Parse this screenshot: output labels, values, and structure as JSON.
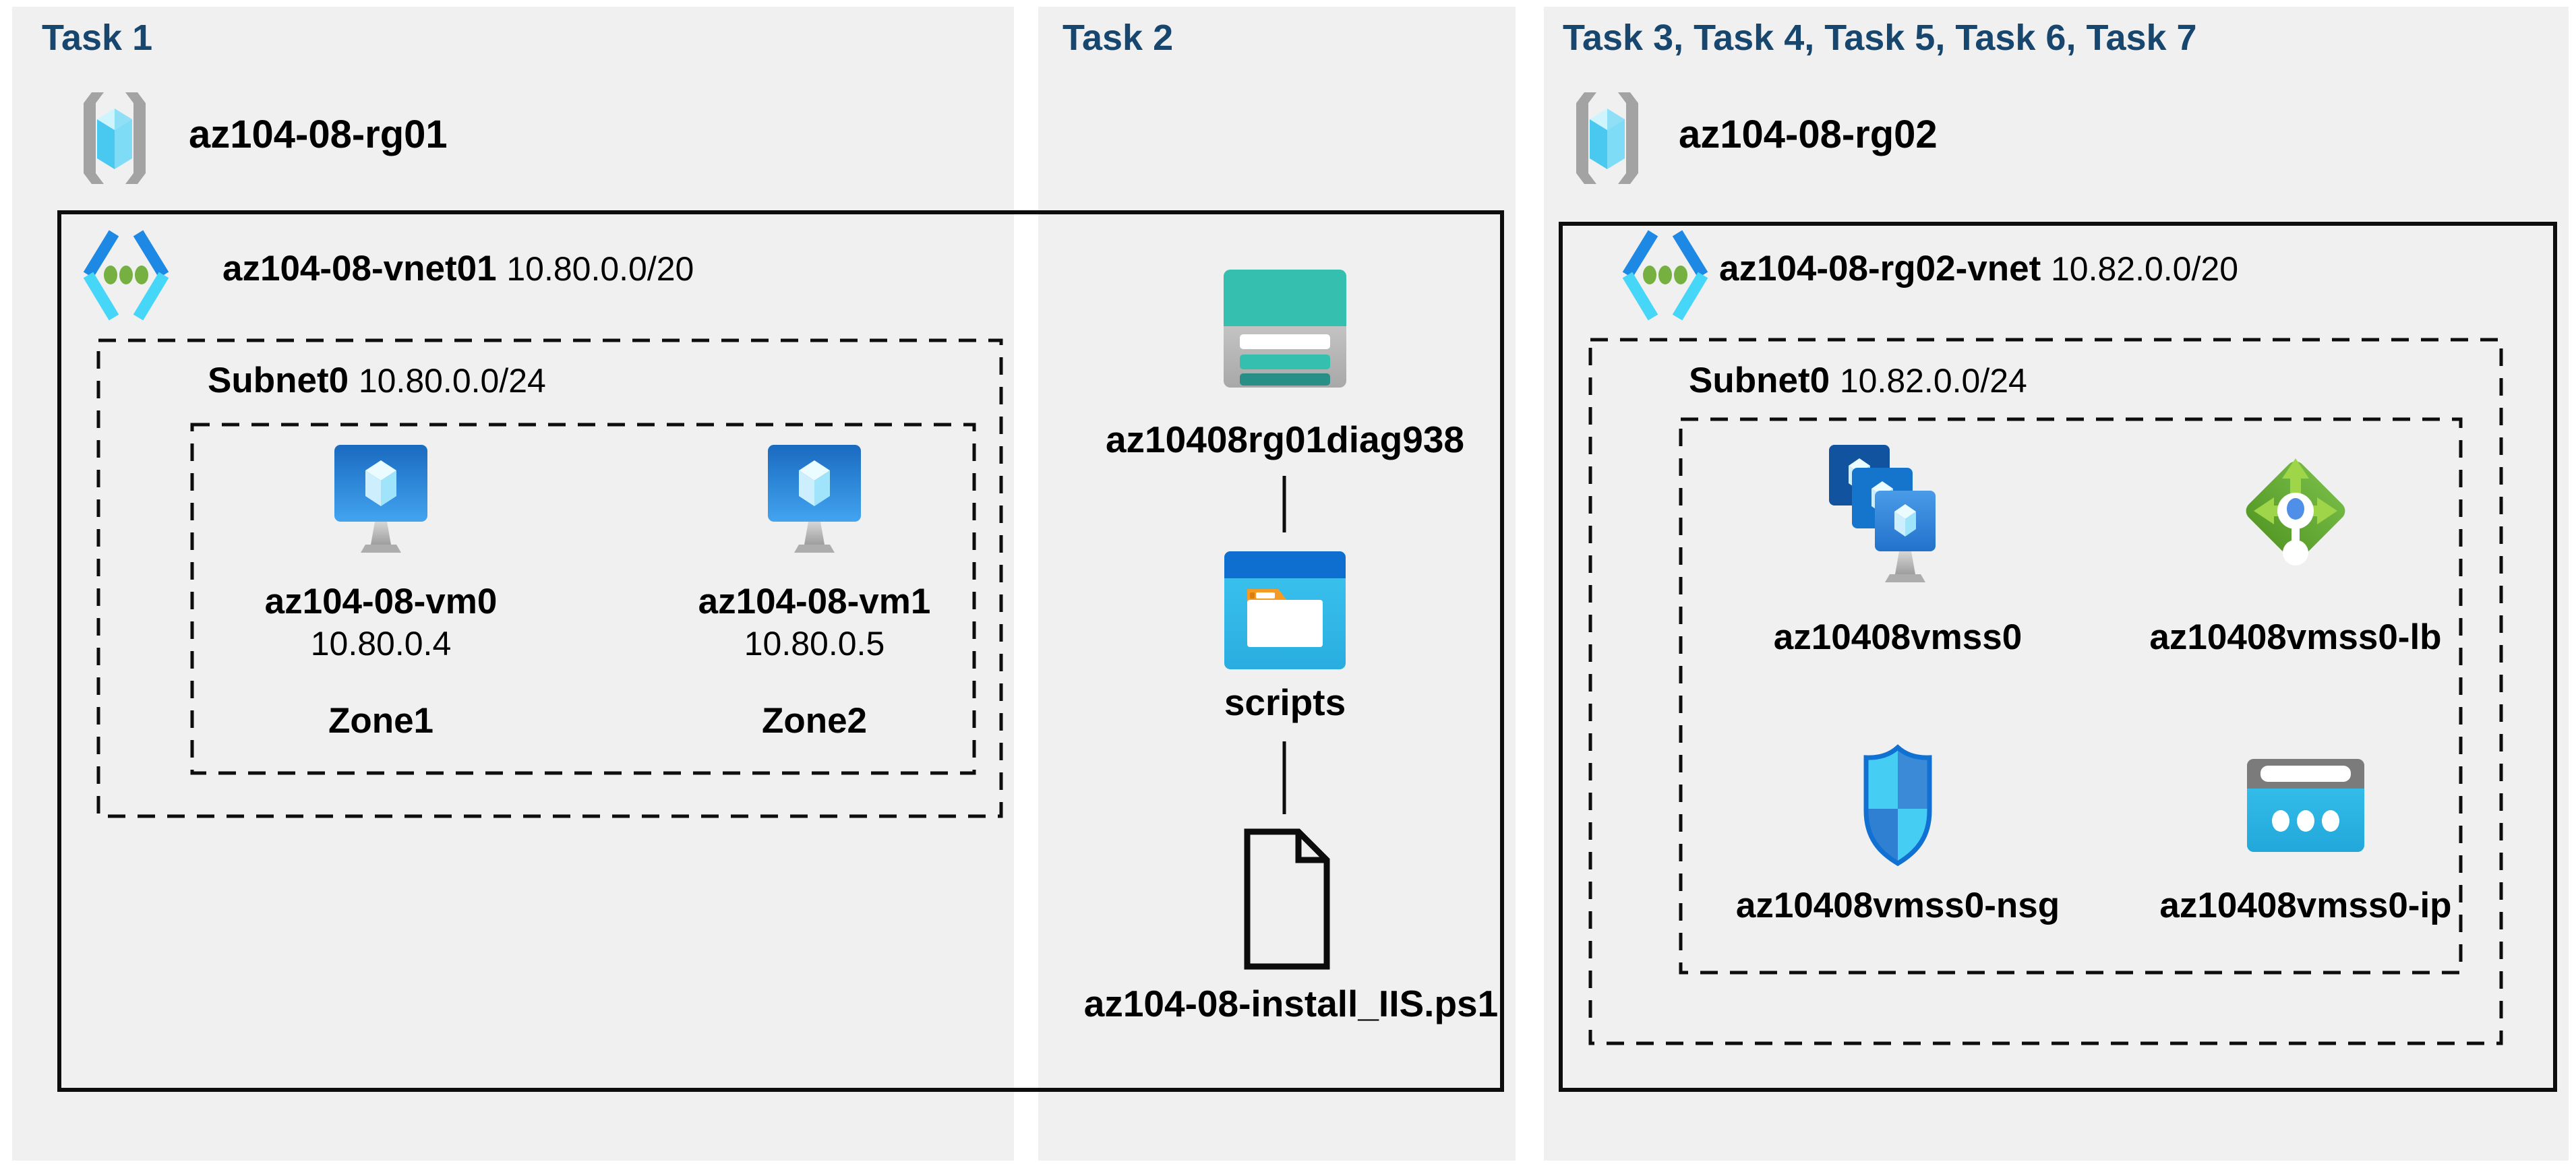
{
  "colors": {
    "page_bg": "#ffffff",
    "panel_bg": "#f0f0f0",
    "title_text": "#17466e",
    "label_text": "#000000",
    "box_stroke": "#0d0d0d"
  },
  "task1": {
    "title": "Task 1",
    "resource_group": "az104-08-rg01",
    "vnet": {
      "name": "az104-08-vnet01",
      "cidr": "10.80.0.0/20"
    },
    "subnet": {
      "name": "Subnet0",
      "cidr": "10.80.0.0/24"
    },
    "vms": [
      {
        "name": "az104-08-vm0",
        "ip": "10.80.0.4",
        "zone": "Zone1"
      },
      {
        "name": "az104-08-vm1",
        "ip": "10.80.0.5",
        "zone": "Zone2"
      }
    ]
  },
  "task2": {
    "title": "Task 2",
    "storage_account": "az10408rg01diag938",
    "container": "scripts",
    "script_file": "az104-08-install_IIS.ps1"
  },
  "task3": {
    "title": "Task 3, Task 4, Task 5, Task 6, Task 7",
    "resource_group": "az104-08-rg02",
    "vnet": {
      "name": "az104-08-rg02-vnet",
      "cidr": "10.82.0.0/20"
    },
    "subnet": {
      "name": "Subnet0",
      "cidr": "10.82.0.0/24"
    },
    "vmss": "az10408vmss0",
    "load_balancer": "az10408vmss0-lb",
    "nsg": "az10408vmss0-nsg",
    "public_ip": "az10408vmss0-ip"
  }
}
